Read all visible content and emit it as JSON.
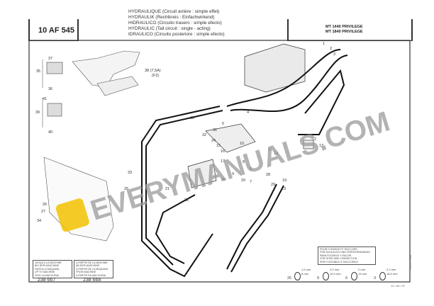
{
  "header": {
    "code": "10 AF 545",
    "titles": [
      "HYDRAULIQUE (Circuit arrière : simple effet)",
      "HYDRAULIK (Rechtkreis : Einfachwirkend)",
      "HIDRAULICO (Circuito trasero : simple efecto)",
      "HYDRAULIC (Tail circuit : single - acting)",
      "IDRAULICO (Circuito posteriore : simple efecto)"
    ],
    "models": [
      "MT 1440 PRIVILEGE",
      "MT 1840 PRIVILEGE"
    ]
  },
  "callouts": [
    "37",
    "35",
    "36",
    "38 (7,5A)",
    "(F2)",
    "41",
    "39",
    "40",
    "1",
    "2",
    "3",
    "4",
    "5",
    "6",
    "7",
    "8",
    "9",
    "10",
    "11",
    "12",
    "13",
    "14",
    "15",
    "16",
    "17",
    "18",
    "19",
    "20",
    "21",
    "22",
    "23",
    "24",
    "25",
    "26",
    "27",
    "28",
    "29",
    "30",
    "31",
    "32",
    "33",
    "34"
  ],
  "notes": {
    "until_machine": [
      "JUSQU'A LA MACHINE",
      "BIS DER MASCHINE",
      "HASTA LA MAQUINA",
      "UP TO MACHINE",
      "FINO LA MACCHINA"
    ],
    "from_machine": [
      "A PARTIR DE LA MACHINE",
      "AB DER MASCHINE",
      "A PARTIR DE LA MAQUINA",
      "FROM MACHINE",
      "A PARTIR DA MACCHINA"
    ],
    "until_serial": "238 667",
    "from_serial": "238 668",
    "hose_connection": [
      "POUR FLEXIBLE ET RACCORD",
      "FÜR SCHLAUCH UND VERSCHRAUBUNG",
      "PARA FLEXIBLE Y RACOR",
      "FOR HOSE AND CONNECTION",
      "PER FLESSIBILE E RACCORDO"
    ]
  },
  "seals": [
    {
      "ref": "26",
      "a": "1,5 mm",
      "b": "8 mm"
    },
    {
      "ref": "9",
      "a": "2,2 mm",
      "b": "15,3 mm"
    },
    {
      "ref": "6",
      "a": "2 mm",
      "b": "13 mm"
    },
    {
      "ref": "3",
      "a": "2,2 mm",
      "b": "18,5 mm"
    }
  ],
  "footer": {
    "date": "12 / 94 / 07",
    "pao": "P.A.O. Fimk"
  },
  "watermark": "EVERYMANUALS.COM",
  "colors": {
    "watermark": "#9a9a9a",
    "logo": "#f2c200",
    "line": "#222222"
  }
}
